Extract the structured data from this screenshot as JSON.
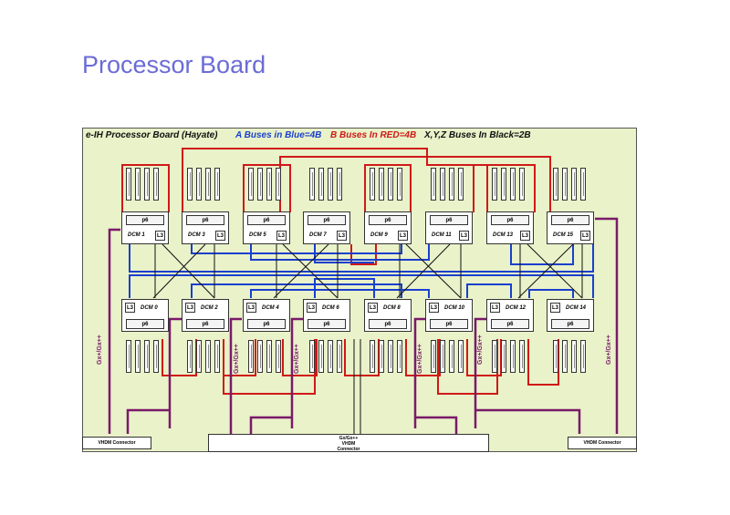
{
  "title": "Processor Board",
  "header": {
    "board_name": "e-IH Processor Board (Hayate)",
    "a_buses": "A Buses in Blue=4B",
    "b_buses": "B Buses In RED=4B",
    "xyz_buses": "X,Y,Z Buses In Black=2B"
  },
  "colors": {
    "a_bus": "#1a3fcf",
    "b_bus": "#d01818",
    "xyz_bus": "#111111",
    "gx_bus": "#7a1a6a",
    "board_bg": "#e9f2c9",
    "title": "#6b6bd6"
  },
  "chip": {
    "pc": "p6",
    "l3": "L3"
  },
  "top_dcms": [
    "DCM 1",
    "DCM 3",
    "DCM 5",
    "DCM 7",
    "DCM 9",
    "DCM 11",
    "DCM 13",
    "DCM 15"
  ],
  "bottom_dcms": [
    "DCM 0",
    "DCM 2",
    "DCM 4",
    "DCM 6",
    "DCM 8",
    "DCM 10",
    "DCM 12",
    "DCM 14"
  ],
  "gx_label": "Gx+/Gx++",
  "connectors": {
    "left": "VHDM Connector",
    "right": "VHDM Connector",
    "center_line1": "Gx/Gx++",
    "center_line2": "VHDM",
    "center_line3": "Connector"
  }
}
